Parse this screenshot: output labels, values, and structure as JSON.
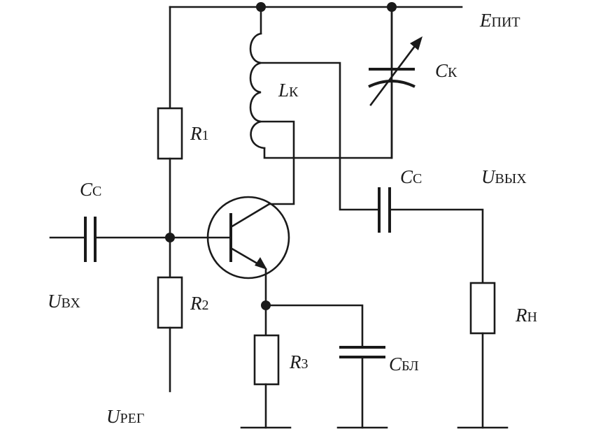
{
  "labels": {
    "supply": {
      "symbol": "E",
      "sub": "ПИТ"
    },
    "inductor": {
      "symbol": "L",
      "sub": "К"
    },
    "tuning_cap": {
      "symbol": "C",
      "sub": "К"
    },
    "r1": {
      "symbol": "R",
      "sub": "1"
    },
    "r2": {
      "symbol": "R",
      "sub": "2"
    },
    "r3": {
      "symbol": "R",
      "sub": "3"
    },
    "rload": {
      "symbol": "R",
      "sub": "Н"
    },
    "input_cap": {
      "symbol": "C",
      "sub": "С"
    },
    "output_cap": {
      "symbol": "C",
      "sub": "С"
    },
    "bypass_cap": {
      "symbol": "C",
      "sub": "БЛ"
    },
    "u_in": {
      "symbol": "U",
      "sub": "ВХ"
    },
    "u_out": {
      "symbol": "U",
      "sub": "ВЫХ"
    },
    "u_reg": {
      "symbol": "U",
      "sub": "РЕГ"
    }
  }
}
